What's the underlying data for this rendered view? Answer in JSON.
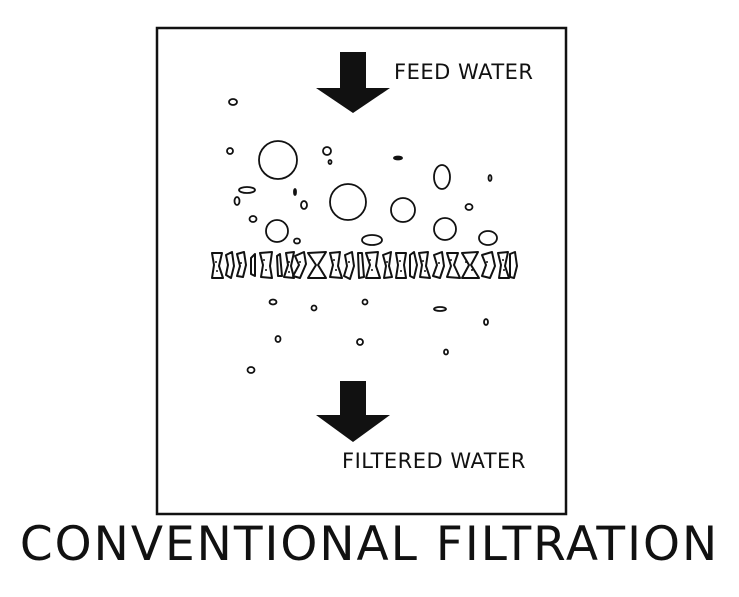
{
  "diagram": {
    "feed_label": "FEED WATER",
    "filtered_label": "FILTERED WATER",
    "title": "CONVENTIONAL FILTRATION",
    "stroke_color": "#111111",
    "background_color": "#ffffff"
  }
}
